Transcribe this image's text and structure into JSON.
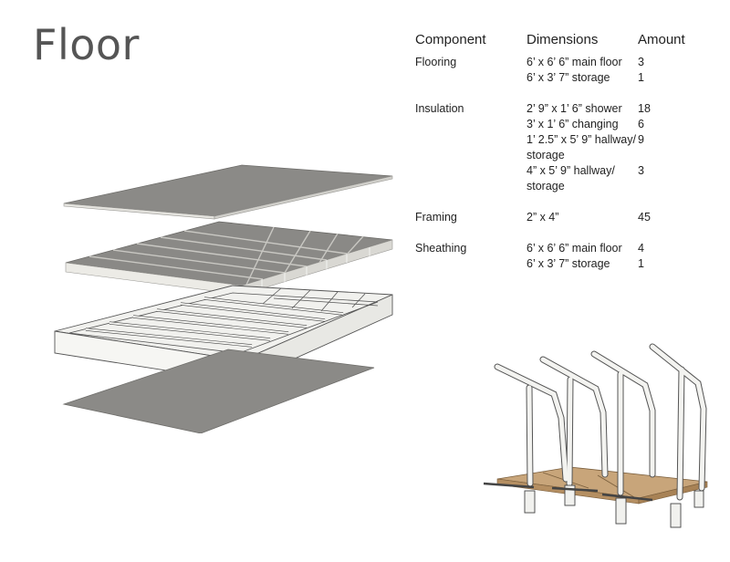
{
  "title": "Floor",
  "table": {
    "headers": {
      "component": "Component",
      "dimensions": "Dimensions",
      "amount": "Amount"
    },
    "groups": [
      {
        "component": "Flooring",
        "items": [
          {
            "dimension": "6’ x 6’ 6” main floor",
            "amount": "3"
          },
          {
            "dimension": "6’ x 3’ 7” storage",
            "amount": "1"
          }
        ]
      },
      {
        "component": "Insulation",
        "items": [
          {
            "dimension": "2’ 9” x 1’ 6” shower",
            "amount": "18"
          },
          {
            "dimension": "3’ x 1’ 6” changing",
            "amount": "6"
          },
          {
            "dimension": "1’ 2.5” x 5’ 9” hallway/",
            "amount": "9"
          },
          {
            "dimension": "storage",
            "amount": ""
          },
          {
            "dimension": "4” x 5’ 9” hallway/",
            "amount": "3"
          },
          {
            "dimension": "storage",
            "amount": ""
          }
        ]
      },
      {
        "component": "Framing",
        "items": [
          {
            "dimension": "2” x 4”",
            "amount": "45"
          }
        ]
      },
      {
        "component": "Sheathing",
        "items": [
          {
            "dimension": "6’ x 6’ 6” main floor",
            "amount": "4"
          },
          {
            "dimension": "6’ x 3’ 7” storage",
            "amount": "1"
          }
        ]
      }
    ]
  },
  "colors": {
    "panel": "#8a8986",
    "panel_edge": "#e6e5e0",
    "frame_wood": "#f2f2ef",
    "floor_wood": "#c8a57a"
  }
}
